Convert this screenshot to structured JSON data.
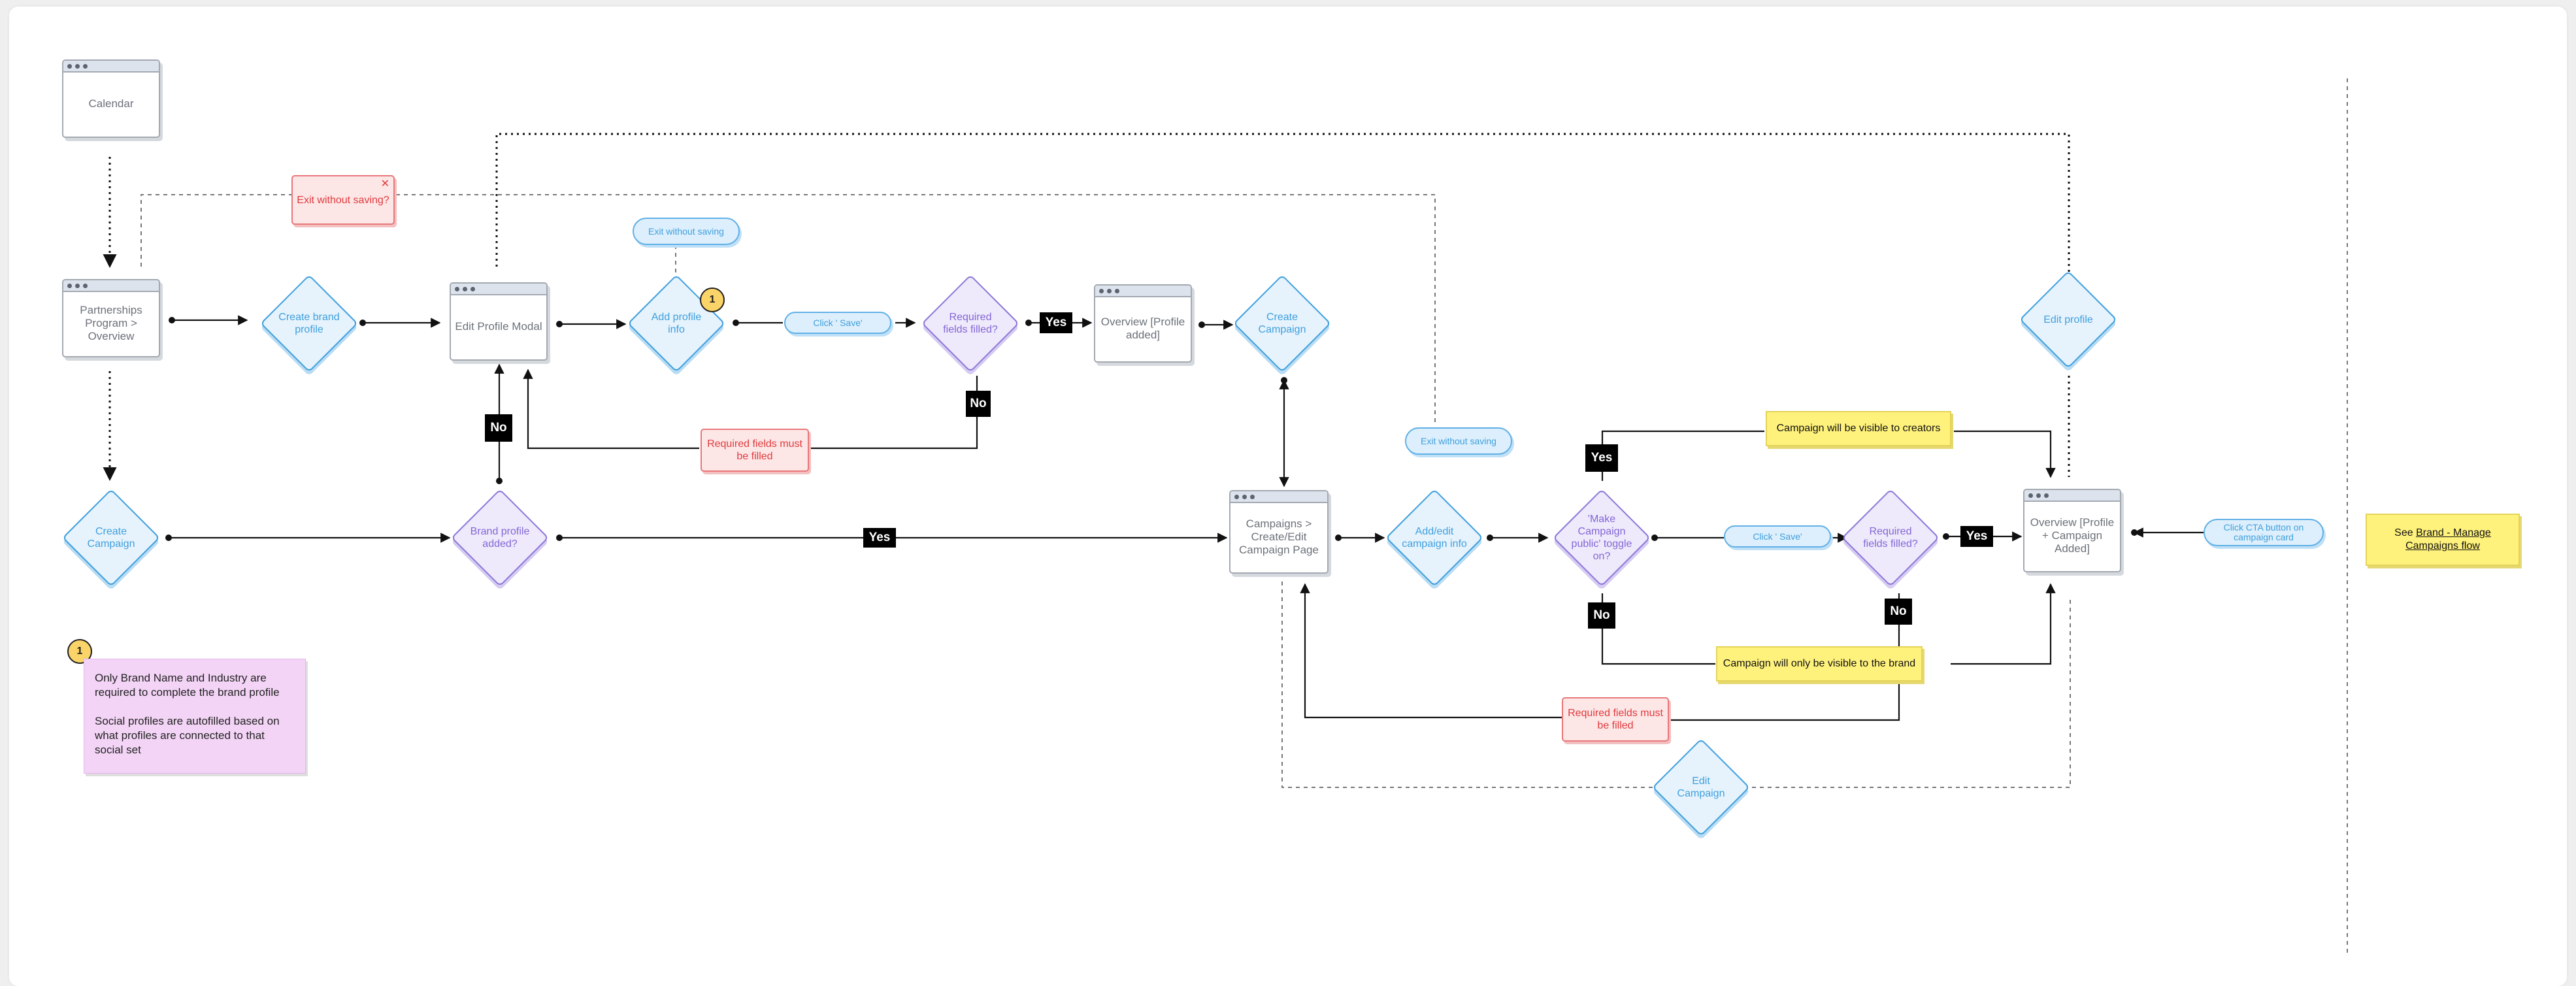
{
  "screens": {
    "calendar": "Calendar",
    "partnerships": "Partnerships Program > Overview",
    "edit_profile_modal": "Edit Profile Modal",
    "overview_profile_added": "Overview [Profile added]",
    "campaigns_create_edit": "Campaigns > Create/Edit Campaign Page",
    "overview_profile_campaign": "Overview [Profile + Campaign Added]"
  },
  "decisions": {
    "create_brand_profile": "Create brand profile",
    "add_profile_info": "Add profile info",
    "required_fields_top": "Required fields filled?",
    "create_campaign_top": "Create Campaign",
    "edit_profile": "Edit profile",
    "create_campaign_left": "Create Campaign",
    "brand_profile_added": "Brand profile added?",
    "add_edit_campaign_info": "Add/edit campaign info",
    "make_public_toggle": "'Make Campaign public' toggle on?",
    "required_fields_bottom": "Required fields filled?",
    "edit_campaign": "Edit Campaign"
  },
  "pills": {
    "exit_without_saving_top": "Exit without saving",
    "click_save_top": "Click ' Save'",
    "exit_without_saving_mid": "Exit without saving",
    "click_save_bottom": "Click ' Save'",
    "click_cta": "Click CTA button on campaign card"
  },
  "tags": {
    "yes_top": "Yes",
    "no_required_top": "No",
    "no_profile": "No",
    "yes_brand": "Yes",
    "yes_toggle": "Yes",
    "no_toggle": "No",
    "no_required_bottom": "No",
    "yes_required_bottom": "Yes"
  },
  "warnings": {
    "exit_without_saving_modal": "Exit without saving?",
    "required_top": "Required fields must be filled",
    "required_bottom": "Required fields must be filled"
  },
  "stickies": {
    "visible_creators": "Campaign will be visible to creators",
    "visible_brand": "Campaign will only be visible to the brand",
    "see_prefix": "See ",
    "see_link": "Brand - Manage Campaigns flow"
  },
  "badges": {
    "badge_1": "1",
    "badge_note": "1"
  },
  "note": {
    "line1": "Only Brand Name and Industry are required to complete the brand profile",
    "line2": "Social profiles are autofilled based on what profiles are connected to that social set"
  },
  "colors": {
    "blue_accent": "#3f9fdd",
    "purple_accent": "#8366d6",
    "warning_red": "#e03b3e",
    "sticky_yellow": "#fff27c",
    "note_pink": "#f3d4f6"
  }
}
